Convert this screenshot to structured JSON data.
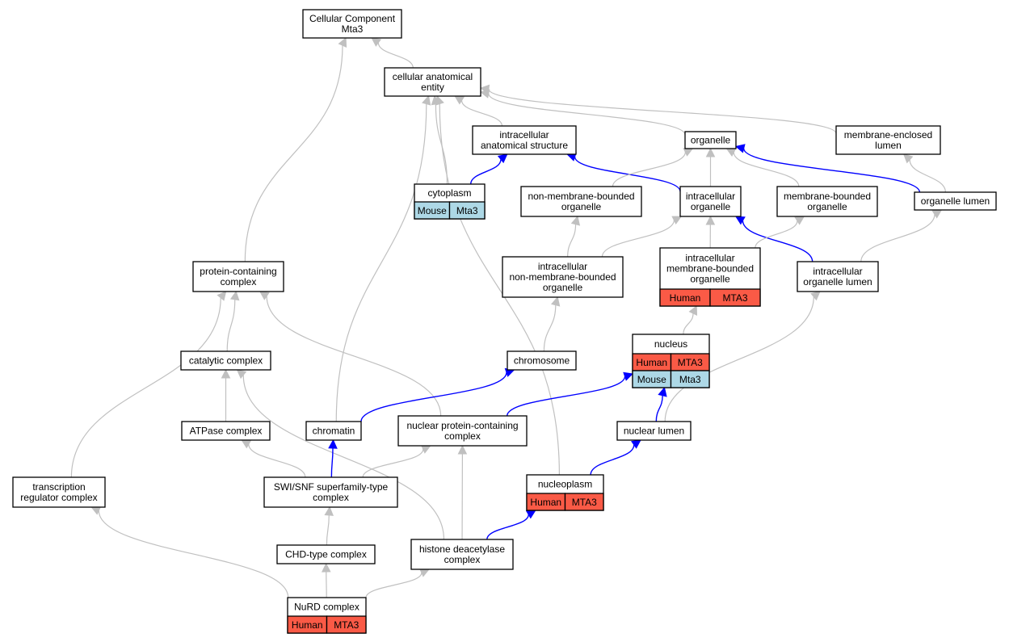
{
  "colors": {
    "human": "#fa5a46",
    "mouse": "#add8e6",
    "highlight_edge": "#0000ff",
    "edge": "#c0c0c0"
  },
  "nodes": {
    "root": {
      "lines": [
        "Cellular Component",
        "Mta3"
      ]
    },
    "cae": {
      "lines": [
        "cellular anatomical",
        "entity"
      ]
    },
    "ias": {
      "lines": [
        "intracellular",
        "anatomical structure"
      ]
    },
    "organelle": {
      "lines": [
        "organelle"
      ]
    },
    "mel": {
      "lines": [
        "membrane-enclosed",
        "lumen"
      ]
    },
    "cytoplasm": {
      "lines": [
        "cytoplasm"
      ],
      "annotations": [
        [
          "Mouse",
          "Mta3"
        ]
      ]
    },
    "nmbo": {
      "lines": [
        "non-membrane-bounded",
        "organelle"
      ]
    },
    "io": {
      "lines": [
        "intracellular",
        "organelle"
      ]
    },
    "mbo": {
      "lines": [
        "membrane-bounded",
        "organelle"
      ]
    },
    "ol": {
      "lines": [
        "organelle lumen"
      ]
    },
    "pcc": {
      "lines": [
        "protein-containing",
        "complex"
      ]
    },
    "inmbo": {
      "lines": [
        "intracellular",
        "non-membrane-bounded",
        "organelle"
      ]
    },
    "imbo": {
      "lines": [
        "intracellular",
        "membrane-bounded",
        "organelle"
      ],
      "annotations": [
        [
          "Human",
          "MTA3"
        ]
      ]
    },
    "iol": {
      "lines": [
        "intracellular",
        "organelle lumen"
      ]
    },
    "cc": {
      "lines": [
        "catalytic complex"
      ]
    },
    "chromosome": {
      "lines": [
        "chromosome"
      ]
    },
    "nucleus": {
      "lines": [
        "nucleus"
      ],
      "annotations": [
        [
          "Human",
          "MTA3"
        ],
        [
          "Mouse",
          "Mta3"
        ]
      ]
    },
    "atpase": {
      "lines": [
        "ATPase complex"
      ]
    },
    "chromatin": {
      "lines": [
        "chromatin"
      ]
    },
    "npcc": {
      "lines": [
        "nuclear protein-containing",
        "complex"
      ]
    },
    "nl": {
      "lines": [
        "nuclear lumen"
      ]
    },
    "trc": {
      "lines": [
        "transcription",
        "regulator complex"
      ]
    },
    "swi": {
      "lines": [
        "SWI/SNF superfamily-type",
        "complex"
      ]
    },
    "nucleoplasm": {
      "lines": [
        "nucleoplasm"
      ],
      "annotations": [
        [
          "Human",
          "MTA3"
        ]
      ]
    },
    "chd": {
      "lines": [
        "CHD-type complex"
      ]
    },
    "hdc": {
      "lines": [
        "histone deacetylase",
        "complex"
      ]
    },
    "nurd": {
      "lines": [
        "NuRD complex"
      ],
      "annotations": [
        [
          "Human",
          "MTA3"
        ]
      ]
    }
  }
}
